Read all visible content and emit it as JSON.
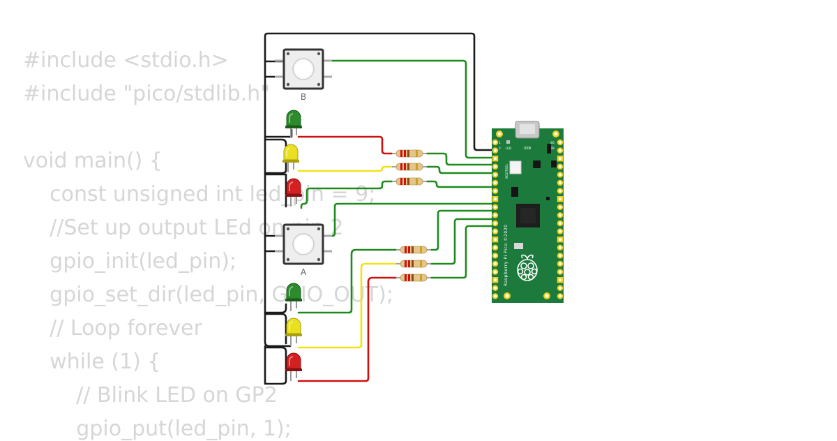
{
  "code_lines": [
    "#include <stdio.h>",
    "#include \"pico/stdlib.h\"",
    "",
    "void main() {",
    "    const unsigned int led_pin = 9;",
    "    //Set up output LEd on pin 2",
    "    gpio_init(led_pin);",
    "    gpio_set_dir(led_pin, GPIO_OUT);",
    "    // Loop forever",
    "    while (1) {",
    "        // Blink LED on GP2",
    "        gpio_put(led_pin, 1);"
  ],
  "components": {
    "button_b_label": "B",
    "button_a_label": "A",
    "board": {
      "usb_label": "USB",
      "led_label": "LED",
      "bootsel_label": "BOOTSEL",
      "name_label": "Raspberry Pi Pico ©2020",
      "pin_1": "1",
      "pin_2": "2",
      "pin_39": "39",
      "pin_40": "40"
    }
  },
  "colors": {
    "code_text": "#d6d6d6",
    "wire_black": "#1a1a1a",
    "wire_green": "#1e8a1e",
    "wire_red": "#d01010",
    "wire_yellow": "#f2e21a",
    "board_green": "#1c7a3c",
    "led_green": "#2d8a2d",
    "led_yellow": "#e8e020",
    "led_red": "#d42020"
  }
}
